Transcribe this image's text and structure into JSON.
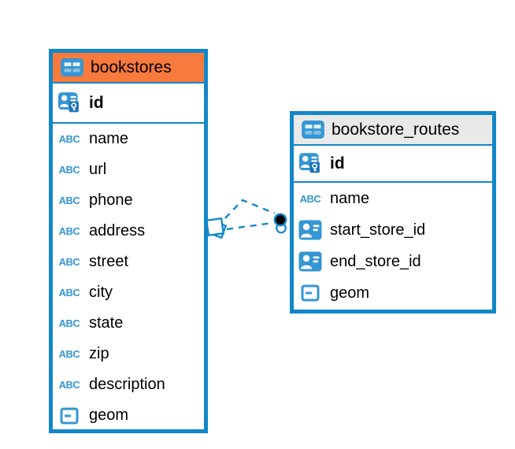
{
  "diagram": {
    "tables": [
      {
        "name": "bookstores",
        "header_color": "#f87a3c",
        "primary_key": {
          "name": "id"
        },
        "columns": [
          {
            "name": "name",
            "icon": "text-icon"
          },
          {
            "name": "url",
            "icon": "text-icon"
          },
          {
            "name": "phone",
            "icon": "text-icon"
          },
          {
            "name": "address",
            "icon": "text-icon"
          },
          {
            "name": "street",
            "icon": "text-icon"
          },
          {
            "name": "city",
            "icon": "text-icon"
          },
          {
            "name": "state",
            "icon": "text-icon"
          },
          {
            "name": "zip",
            "icon": "text-icon"
          },
          {
            "name": "description",
            "icon": "text-icon"
          },
          {
            "name": "geom",
            "icon": "geometry-icon"
          }
        ]
      },
      {
        "name": "bookstore_routes",
        "header_color": "#e9e9e9",
        "primary_key": {
          "name": "id"
        },
        "columns": [
          {
            "name": "name",
            "icon": "text-icon"
          },
          {
            "name": "start_store_id",
            "icon": "reference-icon"
          },
          {
            "name": "end_store_id",
            "icon": "reference-icon"
          },
          {
            "name": "geom",
            "icon": "geometry-icon"
          }
        ]
      }
    ],
    "links": [
      {
        "from": "bookstores",
        "to": "bookstore_routes",
        "line_style": "dashed"
      },
      {
        "from": "bookstores",
        "to": "bookstore_routes",
        "line_style": "dashed"
      }
    ],
    "icons": {
      "text_label": "ABC"
    },
    "colors": {
      "table_border": "#1287c9",
      "link_line": "#1287c9",
      "icon_blue": "#3596d4",
      "header_orange": "#f87a3c",
      "header_gray": "#e9e9e9",
      "text": "#000000",
      "background": "#ffffff"
    }
  }
}
